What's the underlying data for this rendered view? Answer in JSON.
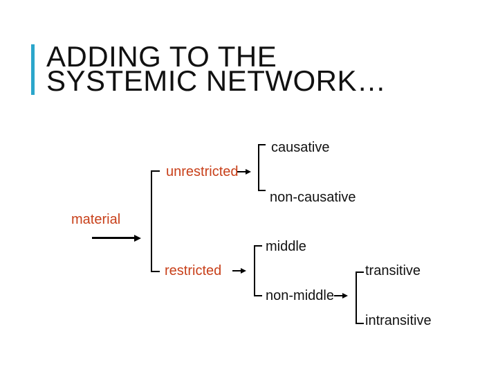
{
  "slide": {
    "title": {
      "line1": "ADDING TO THE",
      "line2": "SYSTEMIC NETWORK…"
    }
  },
  "colors": {
    "accent_bar": "#2BA6CB",
    "highlight_text": "#C8401A",
    "text": "#111111",
    "line": "#000000"
  },
  "network": {
    "root": {
      "label": "material"
    },
    "children": [
      {
        "label": "unrestricted",
        "children": [
          {
            "label": "causative"
          },
          {
            "label": "non-causative"
          }
        ]
      },
      {
        "label": "restricted",
        "children": [
          {
            "label": "middle"
          },
          {
            "label": "non-middle",
            "children": [
              {
                "label": "transitive"
              },
              {
                "label": "intransitive"
              }
            ]
          }
        ]
      }
    ]
  }
}
